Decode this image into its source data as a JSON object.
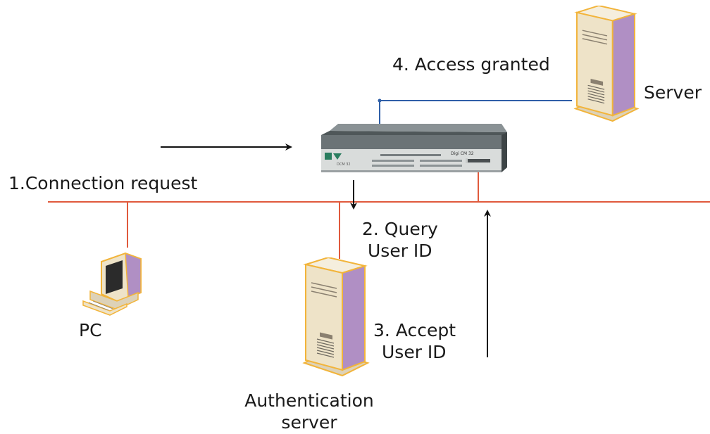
{
  "labels": {
    "step1": "1.Connection request",
    "step2_line1": "2. Query",
    "step2_line2": "User ID",
    "step3_line1": "3. Accept",
    "step3_line2": "User ID",
    "step4": "4. Access granted",
    "pc": "PC",
    "server": "Server",
    "auth_line1": "Authentication",
    "auth_line2": "server"
  },
  "device": {
    "brand_text": "Digi CM 32",
    "model_text": "DCM 32"
  },
  "colors": {
    "network_line": "#e05a3c",
    "server_link": "#2f5fa8",
    "arrow": "#111111",
    "tower_face": "#eee3c8",
    "tower_side": "#b08fc4",
    "tower_outline": "#f2b43a",
    "switch_body": "#6b7376"
  },
  "icons": [
    "pc-icon",
    "server-tower-icon",
    "console-switch-icon",
    "arrow-icon"
  ]
}
